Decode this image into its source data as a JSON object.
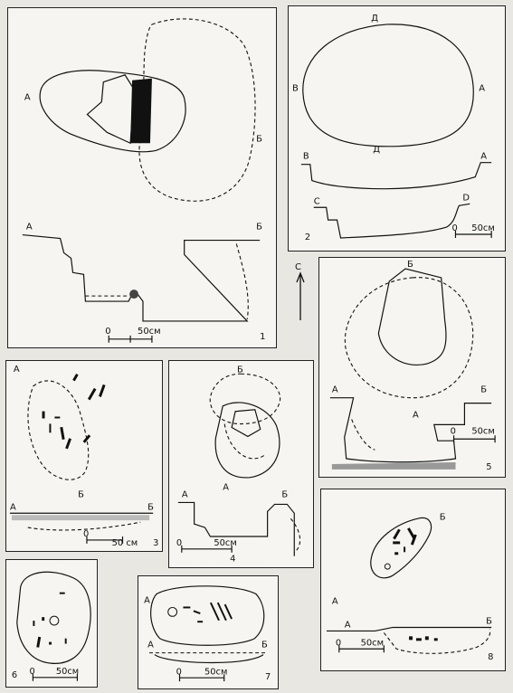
{
  "figures": [
    {
      "number": "1",
      "labels": {
        "a": "A",
        "b": "Б"
      },
      "scale": {
        "zero": "0",
        "len": "50см"
      }
    },
    {
      "number": "2",
      "labels": {
        "d": "Д",
        "b": "В",
        "a": "А",
        "c": "С",
        "d2": "D"
      },
      "scale": {
        "zero": "0",
        "len": "50см"
      }
    },
    {
      "number": "3",
      "labels": {
        "a": "А",
        "b": "Б"
      },
      "scale": {
        "zero": "0",
        "len": "50 см"
      }
    },
    {
      "number": "4",
      "labels": {
        "a": "А",
        "b": "Б"
      },
      "scale": {
        "zero": "0",
        "len": "50см"
      }
    },
    {
      "number": "5",
      "labels": {
        "a": "А",
        "b": "Б"
      },
      "scale": {
        "zero": "0",
        "len": "50см"
      }
    },
    {
      "number": "6",
      "labels": {},
      "scale": {
        "zero": "0",
        "len": "50см"
      }
    },
    {
      "number": "7",
      "labels": {
        "a": "А",
        "b": "Б"
      },
      "scale": {
        "zero": "0",
        "len": "50см"
      }
    },
    {
      "number": "8",
      "labels": {
        "a": "А",
        "b": "Б"
      },
      "scale": {
        "zero": "0",
        "len": "50см"
      }
    }
  ],
  "north": {
    "label": "С"
  },
  "colors": {
    "ink": "#111111",
    "paper": "#f6f5f1",
    "background": "#e9e7e2"
  }
}
